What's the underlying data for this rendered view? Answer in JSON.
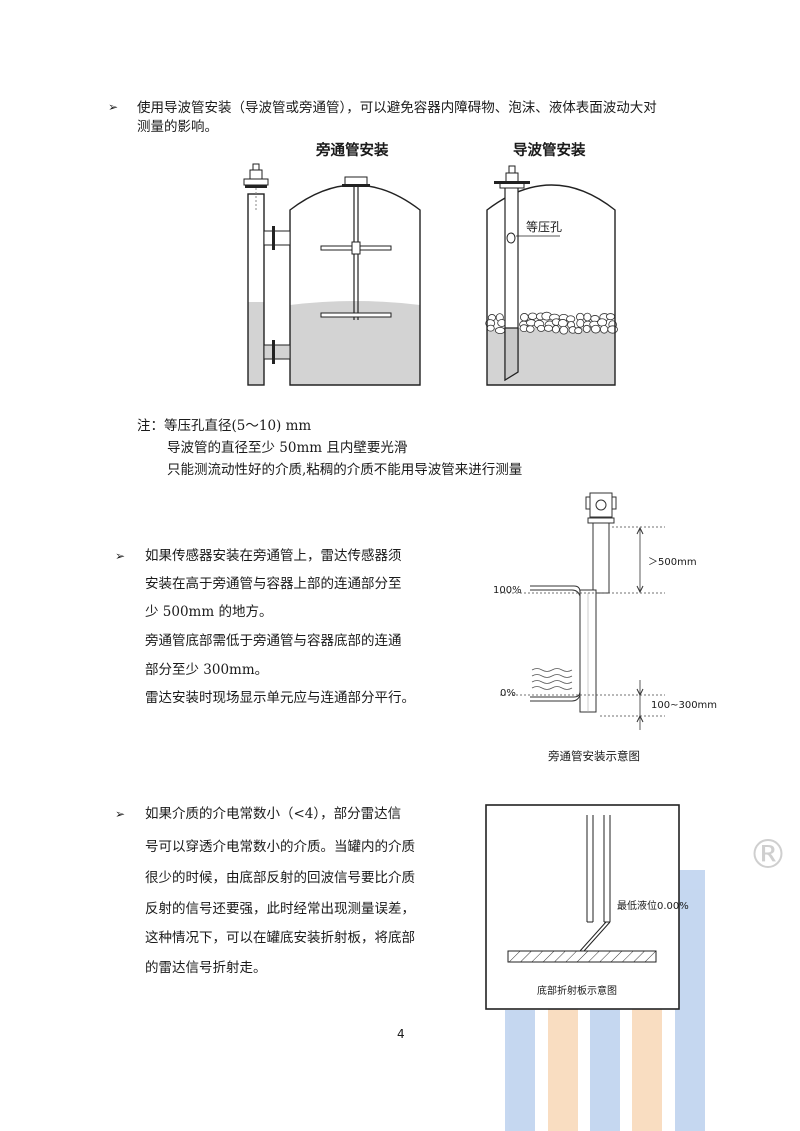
{
  "section1": {
    "bullet": "➢",
    "line1": "使用导波管安装（导波管或旁通管），可以避免容器内障碍物、泡沫、液体表面波动大对",
    "line2": "测量的影响。",
    "fig_bypass_title": "旁通管安装",
    "fig_guide_title": "导波管安装",
    "hole_label": "等压孔"
  },
  "notes": {
    "line1": "注：等压孔直径(5～10) mm",
    "line2": "导波管的直径至少 50mm 且内壁要光滑",
    "line3": "只能测流动性好的介质,粘稠的介质不能用导波管来进行测量"
  },
  "section2": {
    "bullet": "➢",
    "line1": "如果传感器安装在旁通管上，雷达传感器须",
    "line2": "安装在高于旁通管与容器上部的连通部分至",
    "line3": "少 500mm 的地方。",
    "line4": "旁通管底部需低于旁通管与容器底部的连通",
    "line5": "部分至少 300mm。",
    "line6": "雷达安装时现场显示单元应与连通部分平行。",
    "dim_top": "＞500mm",
    "level_100": "100%",
    "level_0": "0%",
    "dim_bottom": "100~300mm",
    "caption": "旁通管安装示意图"
  },
  "section3": {
    "bullet": "➢",
    "line1": "如果介质的介电常数小（<4），部分雷达信",
    "line2": "号可以穿透介电常数小的介质。当罐内的介质",
    "line3": "很少的时候，由底部反射的回波信号要比介质",
    "line4": "反射的信号还要强，此时经常出现测量误差，",
    "line5": "这种情况下，可以在罐底安装折射板，将底部",
    "line6": "的雷达信号折射走。",
    "min_level_label": "最低液位0.00%",
    "caption": "底部折射板示意图"
  },
  "watermark": {
    "registered_mark": "®"
  },
  "page_number": "4"
}
